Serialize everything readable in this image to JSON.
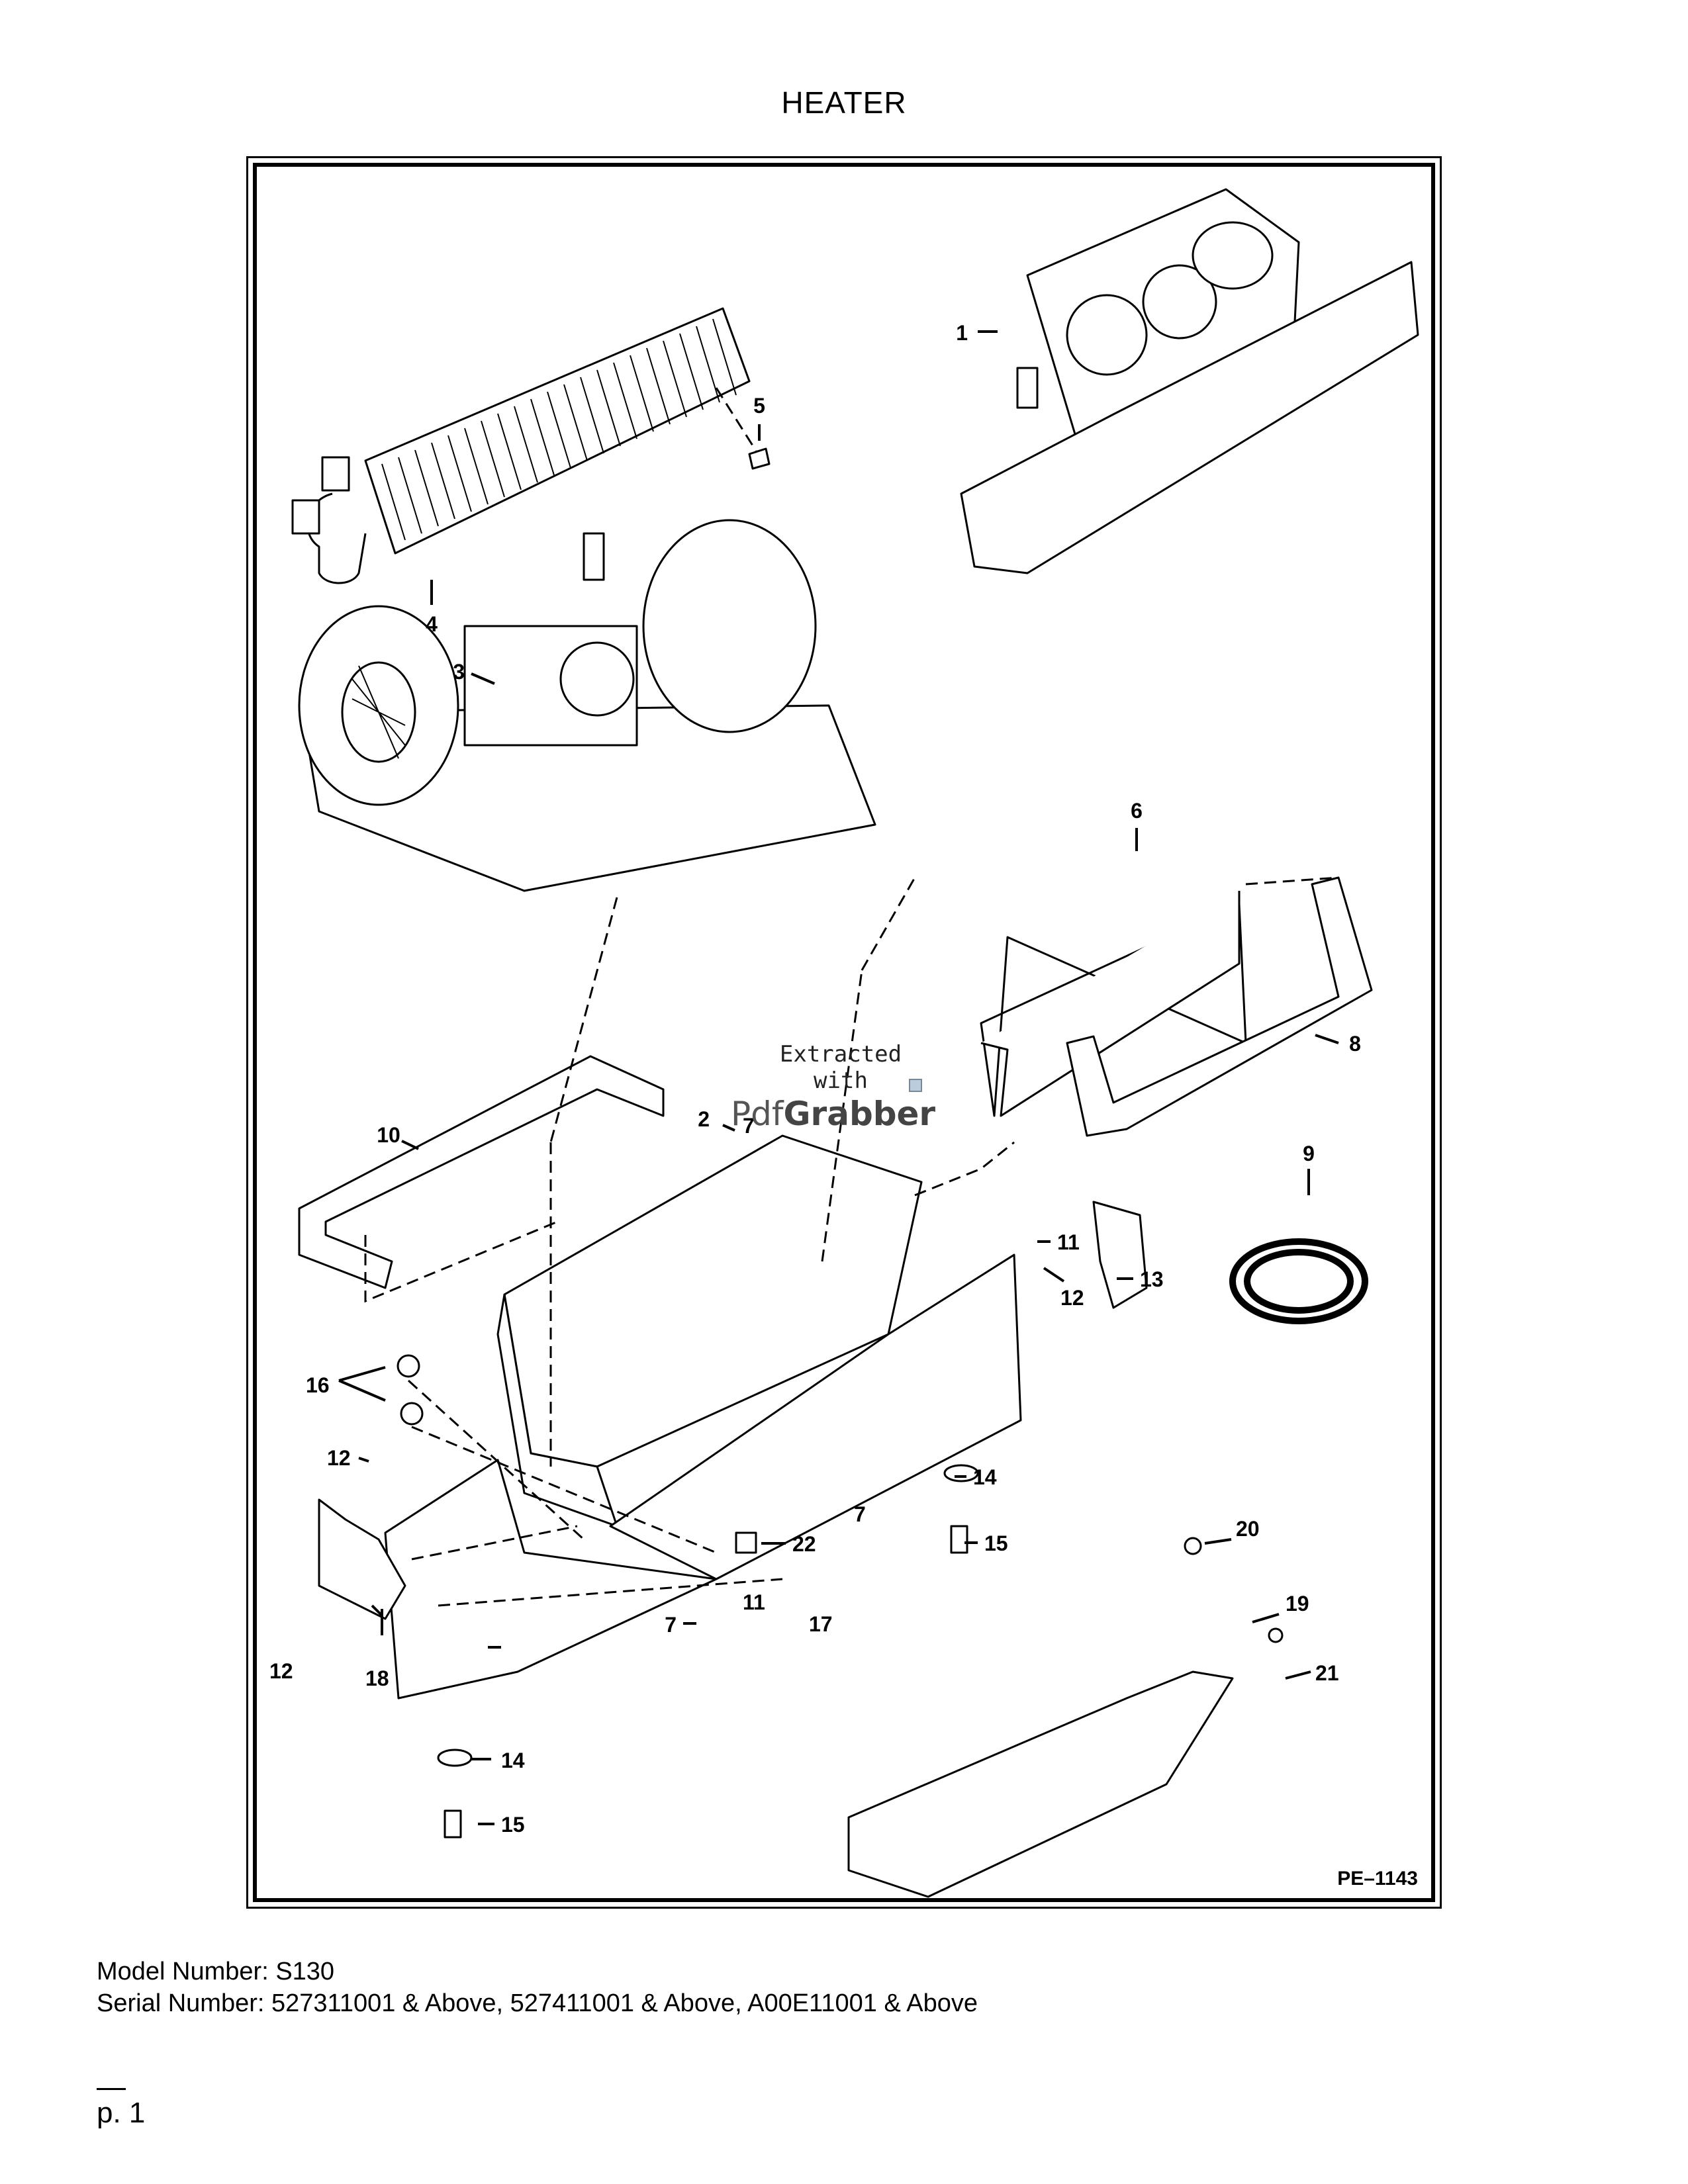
{
  "title": "HEATER",
  "figure_number": "PE–1143",
  "watermark": {
    "line1": "Extracted",
    "line2": "with",
    "brand_a": "Pdf",
    "brand_b": "Grabber"
  },
  "callouts": [
    "1",
    "2",
    "3",
    "4",
    "5",
    "6",
    "7",
    "8",
    "9",
    "10",
    "11",
    "12",
    "13",
    "14",
    "15",
    "16",
    "17",
    "18",
    "19",
    "20",
    "21",
    "22"
  ],
  "footer": {
    "model": "Model Number: S130",
    "serial": "Serial Number: 527311001 & Above, 527411001 & Above, A00E11001 & Above",
    "page": "p. 1"
  }
}
